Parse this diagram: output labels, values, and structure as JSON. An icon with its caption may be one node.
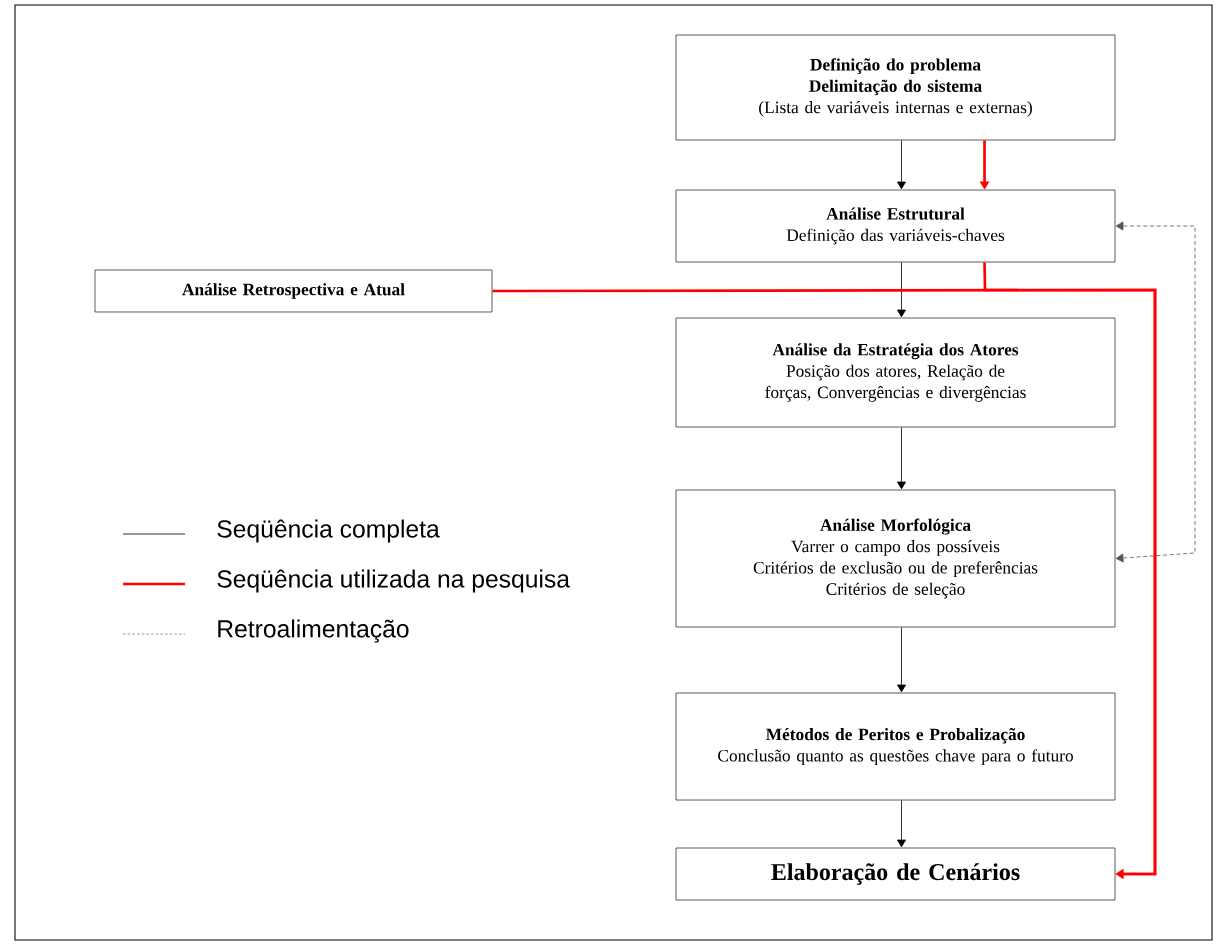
{
  "diagram": {
    "nodes": [
      {
        "text": [
          "Definição do problema",
          "Delimitação do sistema",
          "(Lista de variáveis internas e externas)"
        ]
      },
      {
        "text": [
          "Análise Estrutural",
          "Definição das variáveis-chaves"
        ]
      },
      {
        "text": [
          "Análise Retrospectiva e Atual"
        ]
      },
      {
        "text": [
          "Análise da Estratégia dos Atores",
          "Posição dos atores, Relação de forças, Convergências e divergências"
        ]
      },
      {
        "text": [
          "Análise Morfológica",
          "Varrer o campo dos possíveis",
          "Critérios de exclusão ou de preferências",
          "Critérios de seleção"
        ]
      },
      {
        "text": [
          "Métodos de Peritos e Probalização",
          "Conclusão quanto as questões chave para o futuro"
        ]
      },
      {
        "text": [
          "Elaboração de Cenários"
        ]
      }
    ],
    "edges": [
      {
        "from": 0,
        "to": 1,
        "arrow": "to"
      },
      {
        "from": 0,
        "to": 1,
        "arrow": "to",
        "style": "thick",
        "color": "#ff0000"
      },
      {
        "from": 1,
        "to": 3,
        "arrow": "to"
      },
      {
        "from": 1,
        "to": 6,
        "arrow": "to",
        "style": "thick",
        "color": "#ff0000"
      },
      {
        "from": 2,
        "to": 6,
        "arrow": "to",
        "style": "thick",
        "color": "#ff0000"
      },
      {
        "from": 3,
        "to": 4,
        "arrow": "to"
      },
      {
        "from": 4,
        "to": 5,
        "arrow": "to"
      },
      {
        "from": 5,
        "to": 6,
        "arrow": "to"
      },
      {
        "from": 4,
        "to": 1,
        "arrow": "both",
        "style": "dashed",
        "color": "#555555"
      }
    ],
    "legend": [
      {
        "text": "Seqüência completa"
      },
      {
        "text": "Seqüência utilizada na pesquisa"
      },
      {
        "text": "Retroalimentação"
      }
    ]
  }
}
